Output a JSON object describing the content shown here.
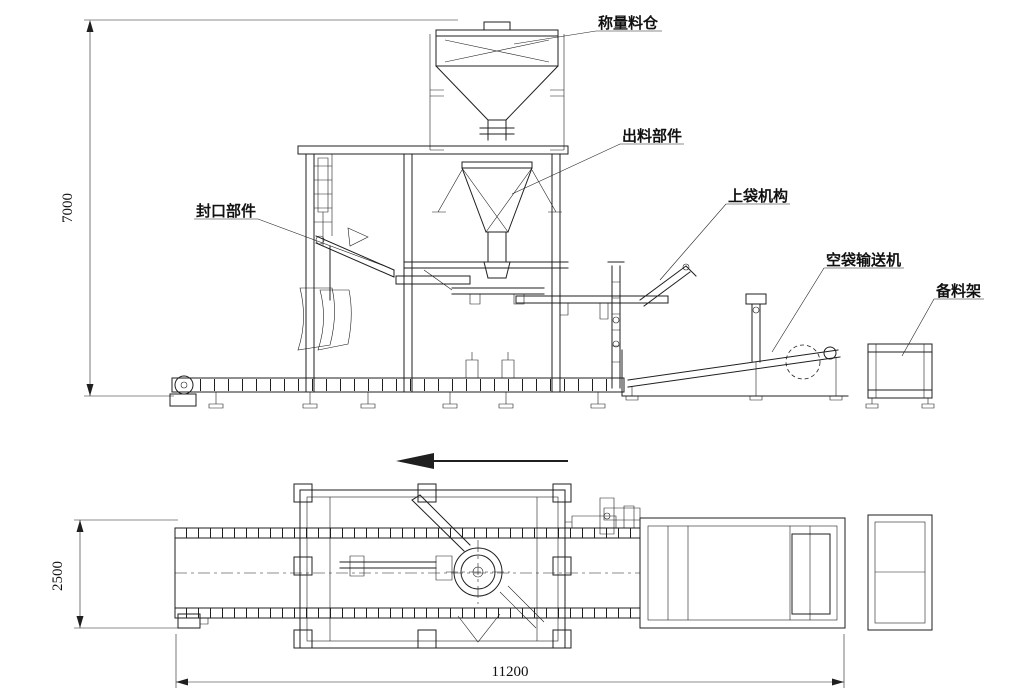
{
  "drawing": {
    "labels": {
      "weighing_hopper": "称量料仓",
      "discharge_part": "出料部件",
      "sealing_part": "封口部件",
      "bag_loading_mechanism": "上袋机构",
      "empty_bag_conveyor": "空袋输送机",
      "material_rack": "备料架"
    },
    "dimensions": {
      "overall_height": "7000",
      "conveyor_width": "2500",
      "overall_length": "11200"
    },
    "colors": {
      "line": "#1f1f1f",
      "background": "#ffffff"
    }
  }
}
